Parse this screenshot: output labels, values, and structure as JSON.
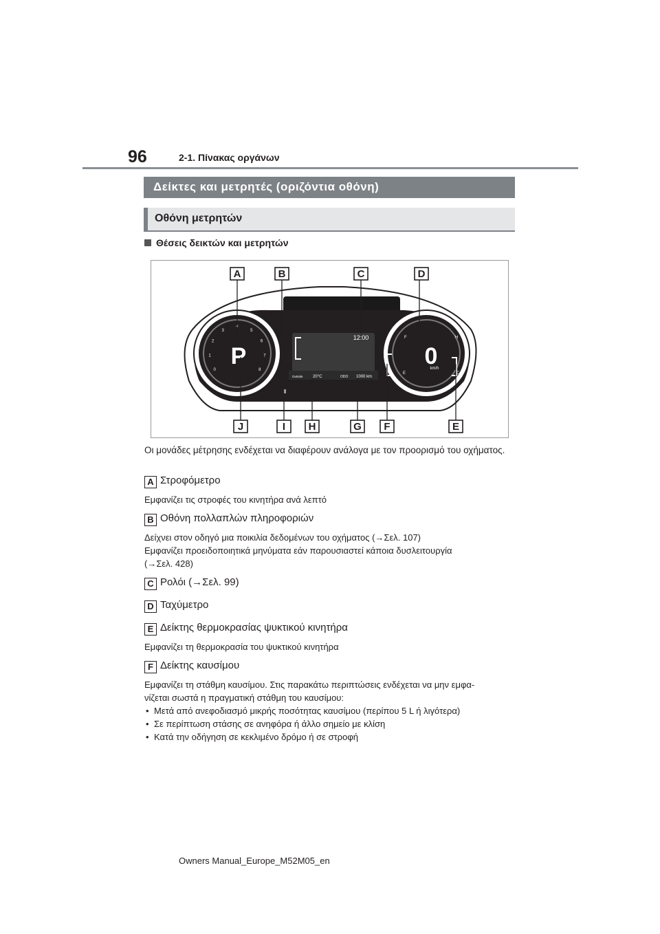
{
  "header": {
    "page_number": "96",
    "section": "2-1. Πίνακας οργάνων"
  },
  "title_bar": "Δείκτες και μετρητές (οριζόντια οθόνη)",
  "subtitle_bar": "Οθόνη μετρητών",
  "bullet_heading": "Θέσεις δεικτών και μετρητών",
  "figure": {
    "callouts_top": [
      "A",
      "B",
      "C",
      "D"
    ],
    "callouts_bottom": [
      "J",
      "I",
      "H",
      "G",
      "F",
      "E"
    ],
    "display": {
      "clock": "12:00",
      "outside_label": "Outside",
      "outside_temp": "20°C",
      "odo_label": "ODO",
      "odo_value": "1000 km",
      "gear": "P",
      "speed": "0",
      "speed_unit": "km/h",
      "tach_numbers": [
        "0",
        "1",
        "2",
        "3",
        "4",
        "5",
        "6",
        "7",
        "8"
      ],
      "fuel_marks": [
        "F",
        "E"
      ],
      "temp_marks": [
        "H",
        "C"
      ]
    }
  },
  "note": "Οι μονάδες μέτρησης ενδέχεται να διαφέρουν ανάλογα με τον προορισμό του οχήματος.",
  "items": [
    {
      "label": "A",
      "title": "Στροφόμετρο",
      "desc": [
        "Εμφανίζει τις στροφές του κινητήρα ανά λεπτό"
      ]
    },
    {
      "label": "B",
      "title": "Οθόνη πολλαπλών πληροφοριών",
      "desc": [
        "Δείχνει στον οδηγό μια ποικιλία δεδομένων του οχήματος (→Σελ. 107)",
        "Εμφανίζει προειδοποιητικά μηνύματα εάν παρουσιαστεί κάποια δυσλειτουργία",
        "(→Σελ. 428)"
      ]
    },
    {
      "label": "C",
      "title": "Ρολόι (→Σελ. 99)",
      "desc": []
    },
    {
      "label": "D",
      "title": "Ταχύμετρο",
      "desc": []
    },
    {
      "label": "E",
      "title": "Δείκτης θερμοκρασίας ψυκτικού κινητήρα",
      "desc": [
        "Εμφανίζει τη θερμοκρασία του ψυκτικού κινητήρα"
      ]
    },
    {
      "label": "F",
      "title": "Δείκτης καυσίμου",
      "desc": [
        "Εμφανίζει τη στάθμη καυσίμου. Στις παρακάτω περιπτώσεις ενδέχεται να μην εμφα-",
        "νίζεται σωστά η πραγματική στάθμη του καυσίμου:"
      ]
    }
  ],
  "fuel_bullets": [
    "Μετά από ανεφοδιασμό μικρής ποσότητας καυσίμου (περίπου 5 L ή λιγότερα)",
    "Σε περίπτωση στάσης σε ανηφόρα ή άλλο σημείο με κλίση",
    "Κατά την οδήγηση σε κεκλιμένο δρόμο ή σε στροφή"
  ],
  "footer": "Owners Manual_Europe_M52M05_en"
}
